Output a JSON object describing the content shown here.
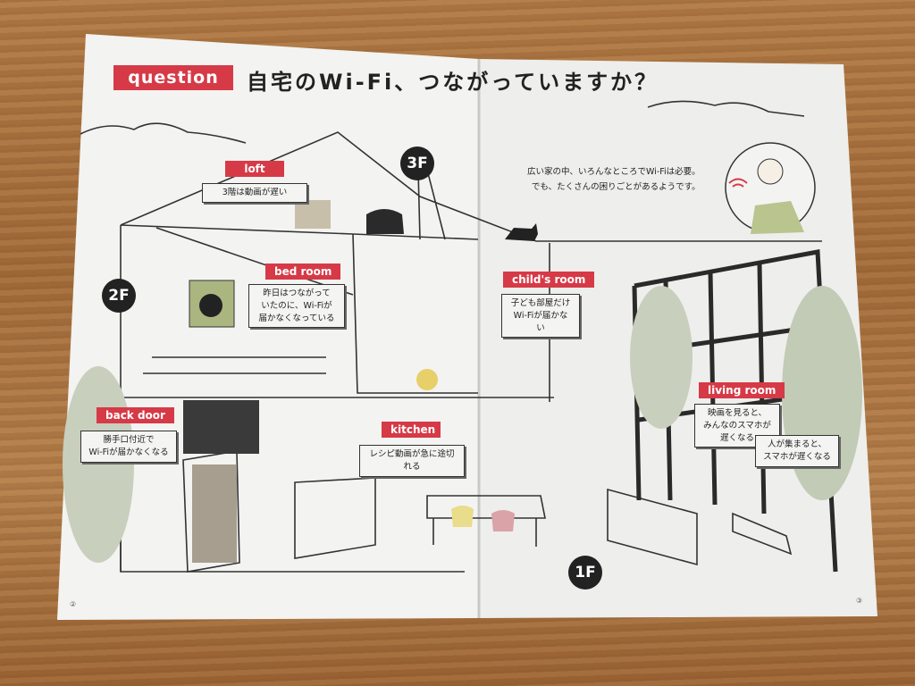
{
  "header": {
    "badge": "question",
    "headline": "自宅のWi-Fi、つながっていますか？"
  },
  "intro": "広い家の中、いろんなところでWi-Fiは必要。\nでも、たくさんの困りごとがあるようです。",
  "floors": [
    "3F",
    "2F",
    "1F"
  ],
  "rooms": [
    {
      "label": "loft",
      "note": "3階は動画が遅い"
    },
    {
      "label": "bed room",
      "note": "昨日はつながって\nいたのに、Wi-Fiが\n届かなくなっている"
    },
    {
      "label": "child's room",
      "note": "子ども部屋だけ\nWi-Fiが届かない"
    },
    {
      "label": "back door",
      "note": "勝手口付近で\nWi-Fiが届かなくなる"
    },
    {
      "label": "kitchen",
      "note": "レシピ動画が急に途切れる"
    },
    {
      "label": "living room",
      "note": "映画を見ると、\nみんなのスマホが\n遅くなる",
      "note2": "人が集まると、\nスマホが遅くなる"
    }
  ],
  "pages": {
    "left": "②",
    "right": "③"
  },
  "colors": {
    "accent": "#d63a47",
    "ink": "#222222",
    "paper": "#f2f2f0",
    "wood": "#a86f3c",
    "green": "#b8c3a8"
  }
}
